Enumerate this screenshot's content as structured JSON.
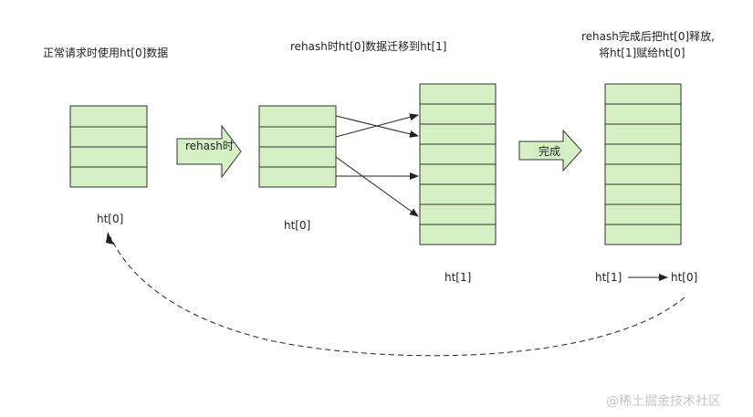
{
  "captions": {
    "step1": "正常请求时使用ht[0]数据",
    "step2": "rehash时ht[0]数据迁移到ht[1]",
    "step3_line1": "rehash完成后把ht[0]释放,",
    "step3_line2": "将ht[1]赋给ht[0]"
  },
  "table_labels": {
    "left": "ht[0]",
    "middle": "ht[0]",
    "ht1": "ht[1]",
    "right_from": "ht[1]",
    "right_to": "ht[0]"
  },
  "arrow_labels": {
    "rehash": "rehash时",
    "done": "完成"
  },
  "watermark": "@稀土掘金技术社区",
  "colors": {
    "cell_fill": "#d4f0c4",
    "stroke": "#333333"
  }
}
